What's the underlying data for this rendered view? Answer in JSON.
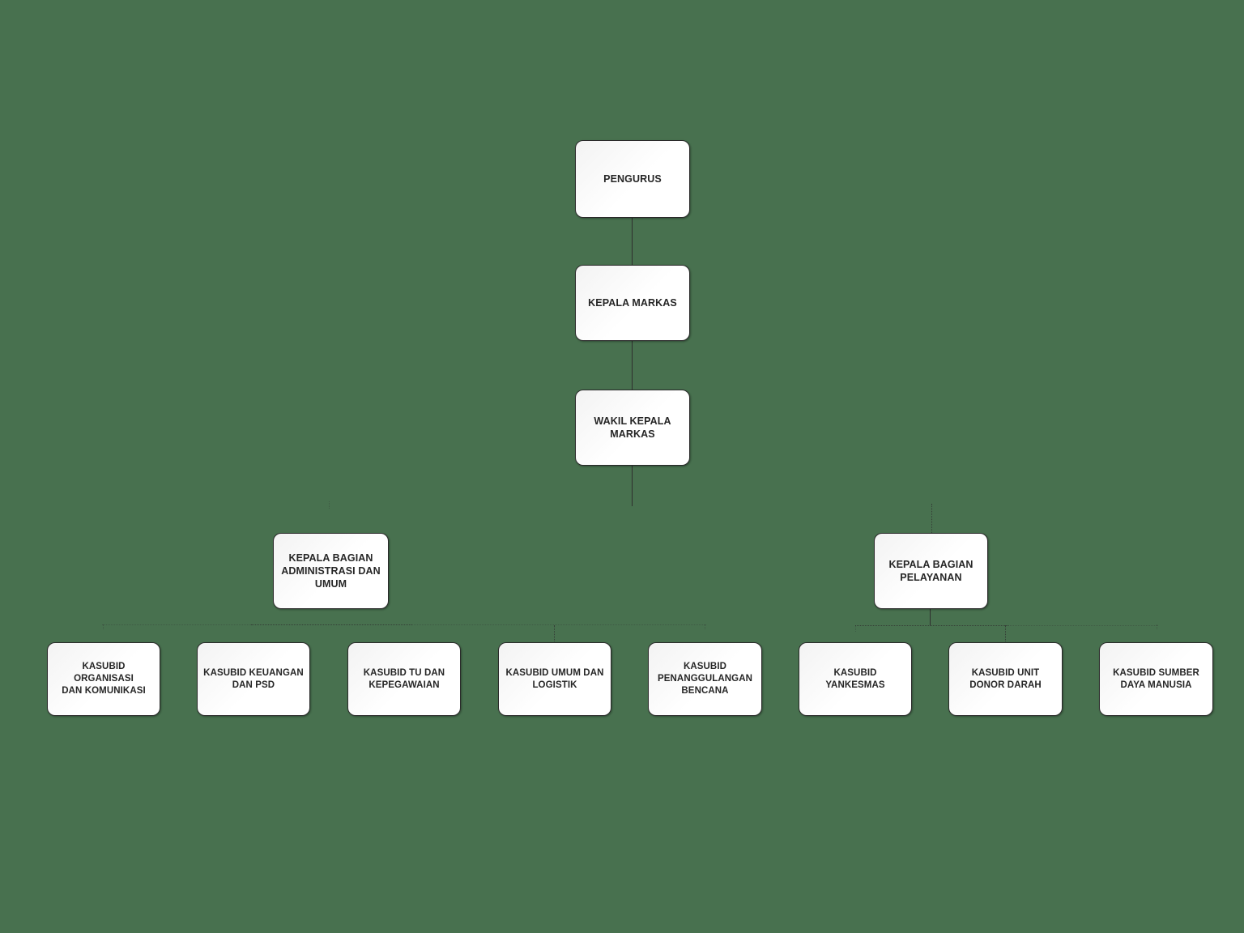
{
  "diagram": {
    "type": "org-chart",
    "background_color": "#48714F",
    "node_fill": "#ffffff",
    "node_border_color": "#2a2a2a",
    "text_color": "#262626",
    "nodes": {
      "pengurus": {
        "label": "PENGURUS",
        "level": 1,
        "parent": null
      },
      "kepala_markas": {
        "label": "KEPALA MARKAS",
        "level": 2,
        "parent": "pengurus"
      },
      "wakil_kepala": {
        "label": "WAKIL KEPALA\nMARKAS",
        "level": 3,
        "parent": "kepala_markas"
      },
      "kabag_admin": {
        "label": "KEPALA BAGIAN\nADMINISTRASI DAN\nUMUM",
        "level": 4,
        "parent": "wakil_kepala"
      },
      "kabag_pelayanan": {
        "label": "KEPALA BAGIAN\nPELAYANAN",
        "level": 4,
        "parent": "wakil_kepala"
      },
      "kasubid_organisasi": {
        "label": "KASUBID ORGANISASI\nDAN KOMUNIKASI",
        "level": 5,
        "parent": "kabag_admin"
      },
      "kasubid_keuangan": {
        "label": "KASUBID KEUANGAN\nDAN PSD",
        "level": 5,
        "parent": "kabag_admin"
      },
      "kasubid_tu": {
        "label": "KASUBID TU DAN\nKEPEGAWAIAN",
        "level": 5,
        "parent": "kabag_admin"
      },
      "kasubid_umum": {
        "label": "KASUBID UMUM DAN\nLOGISTIK",
        "level": 5,
        "parent": "kabag_admin"
      },
      "kasubid_bencana": {
        "label": "KASUBID\nPENANGGULANGAN\nBENCANA",
        "level": 5,
        "parent": "kabag_admin"
      },
      "kasubid_yankesmas": {
        "label": "KASUBID YANKESMAS",
        "level": 5,
        "parent": "kabag_pelayanan"
      },
      "kasubid_donor": {
        "label": "KASUBID UNIT\nDONOR DARAH",
        "level": 5,
        "parent": "kabag_pelayanan"
      },
      "kasubid_sumber": {
        "label": "KASUBID SUMBER\nDAYA MANUSIA",
        "level": 5,
        "parent": "kabag_pelayanan"
      }
    }
  }
}
